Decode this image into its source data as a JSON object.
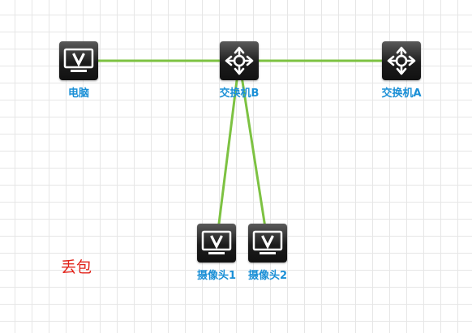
{
  "colors": {
    "link": "#7dc242",
    "label": "#1a8fd6",
    "note": "#e2231a",
    "grid": "#e6e6e6",
    "device": "#1f1f1f"
  },
  "nodes": [
    {
      "id": "pc",
      "label": "电脑",
      "icon": "monitor-icon",
      "kind": "terminal"
    },
    {
      "id": "switchB",
      "label": "交换机B",
      "icon": "switch-icon",
      "kind": "switch"
    },
    {
      "id": "switchA",
      "label": "交换机A",
      "icon": "switch-icon",
      "kind": "switch"
    },
    {
      "id": "cam1",
      "label": "摄像头1",
      "icon": "monitor-icon",
      "kind": "terminal"
    },
    {
      "id": "cam2",
      "label": "摄像头2",
      "icon": "monitor-icon",
      "kind": "terminal"
    }
  ],
  "links": [
    {
      "from": "pc",
      "to": "switchB"
    },
    {
      "from": "switchB",
      "to": "switchA"
    },
    {
      "from": "switchB",
      "to": "cam1"
    },
    {
      "from": "switchB",
      "to": "cam2"
    }
  ],
  "note": {
    "text": "丢包"
  }
}
